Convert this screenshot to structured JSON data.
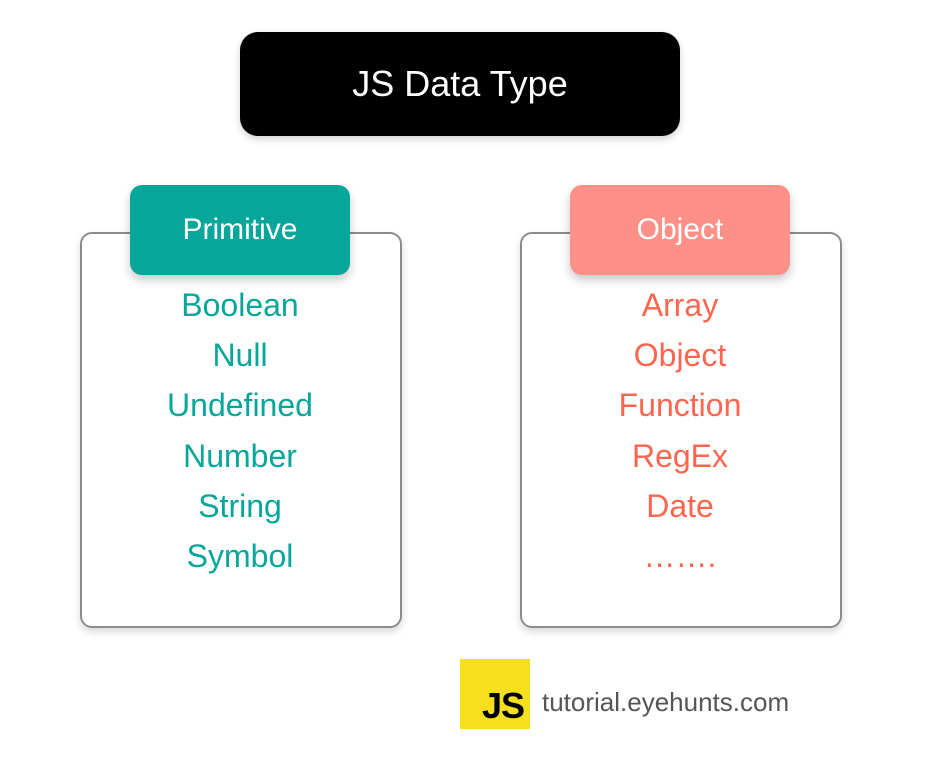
{
  "title": "JS Data Type",
  "colors": {
    "title_bg": "#000000",
    "primitive_accent": "#06a79a",
    "object_tag": "#fe9088",
    "object_text": "#fc6550",
    "js_logo": "#f7df1e"
  },
  "primitive": {
    "label": "Primitive",
    "items": [
      "Boolean",
      "Null",
      "Undefined",
      "Number",
      "String",
      "Symbol"
    ]
  },
  "object": {
    "label": "Object",
    "items": [
      "Array",
      "Object",
      "Function",
      "RegEx",
      "Date",
      "……."
    ]
  },
  "footer": {
    "logo_text": "JS",
    "site": "tutorial.eyehunts.com"
  }
}
